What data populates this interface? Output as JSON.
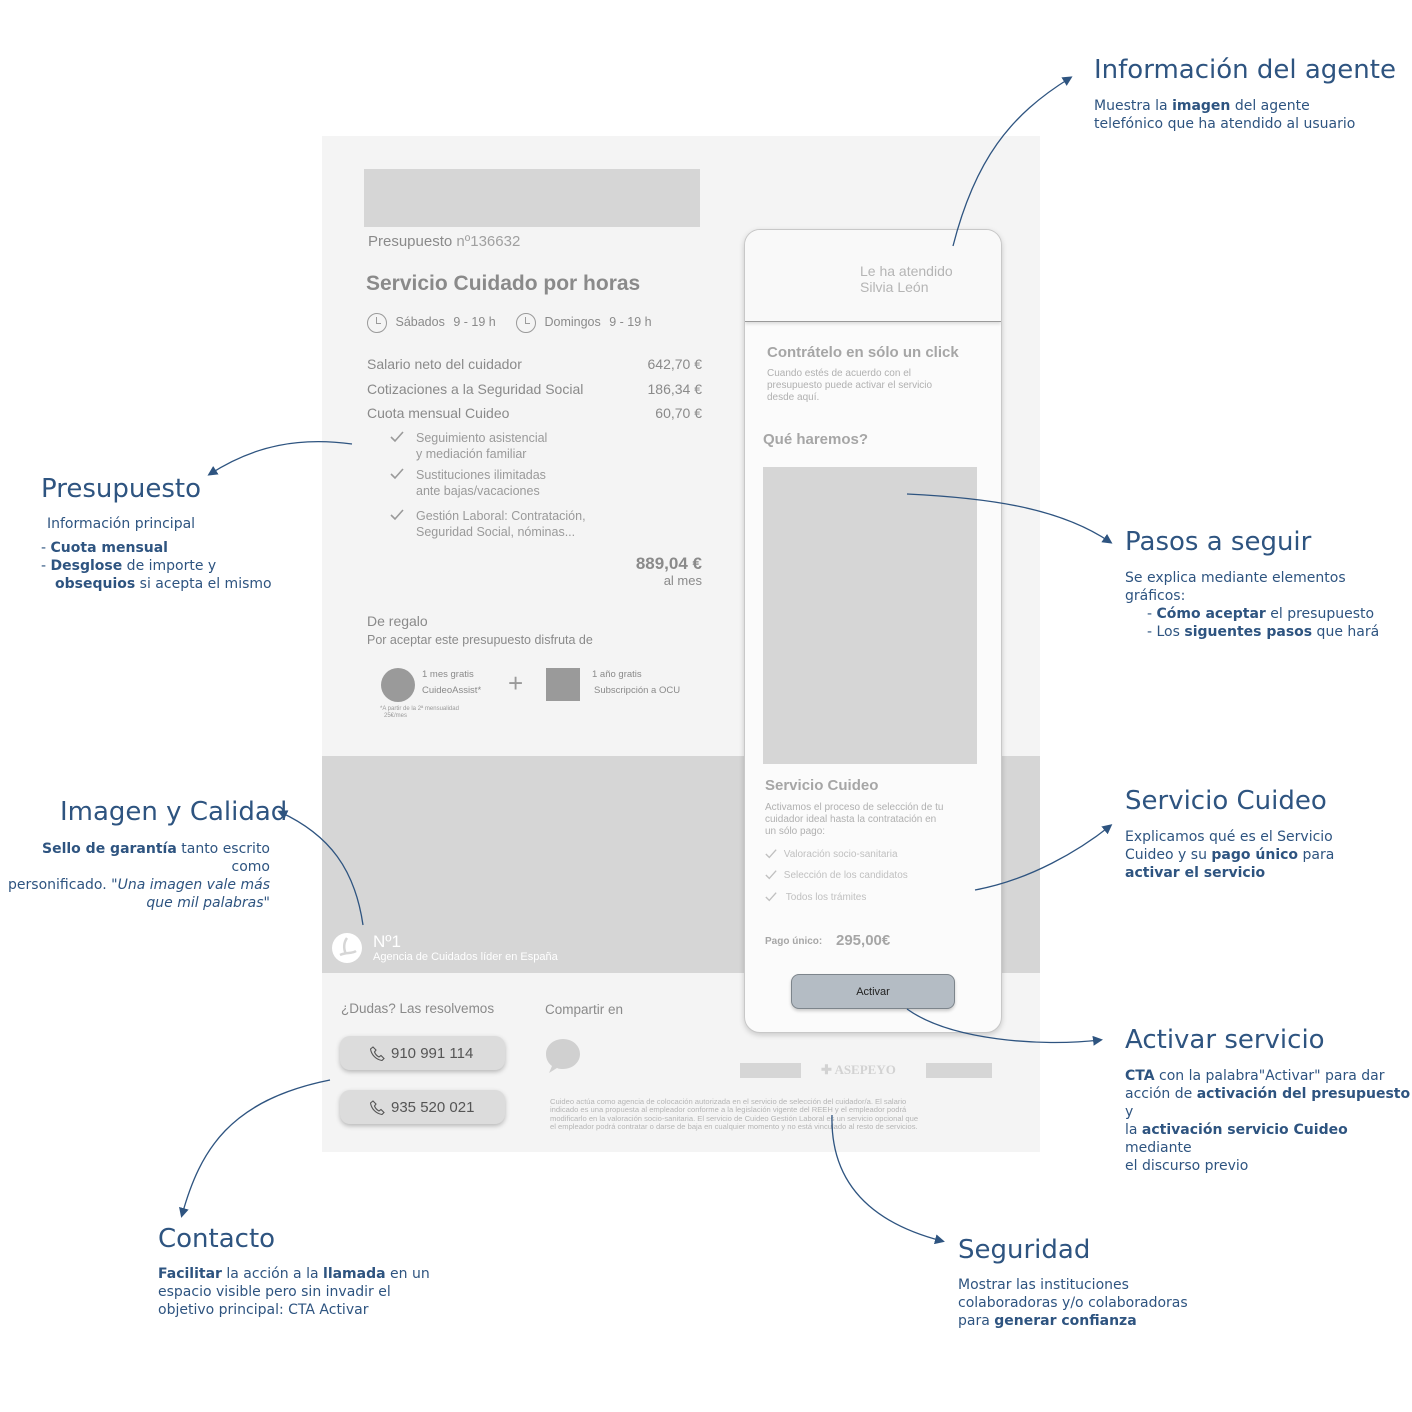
{
  "wireframe": {
    "presupuesto_label": "Presupuesto",
    "presupuesto_number": "nº136632",
    "service_title": "Servicio Cuidado por horas",
    "schedule": [
      {
        "day": "Sábados",
        "hours": "9 - 19 h"
      },
      {
        "day": "Domingos",
        "hours": "9 - 19 h"
      }
    ],
    "costs": [
      {
        "label": "Salario neto del cuidador",
        "value": "642,70 €"
      },
      {
        "label": "Cotizaciones a la Seguridad Social",
        "value": "186,34 €"
      },
      {
        "label": "Cuota mensual Cuideo",
        "value": "60,70 €"
      }
    ],
    "features": [
      {
        "line1": "Seguimiento asistencial",
        "line2": "y mediación familiar"
      },
      {
        "line1": "Sustituciones ilimitadas",
        "line2": "ante bajas/vacaciones"
      },
      {
        "line1": "Gestión Laboral: Contratación,",
        "line2": "Seguridad Social, nóminas..."
      }
    ],
    "total": "889,04 €",
    "total_period": "al mes",
    "gift_title": "De regalo",
    "gift_text": "Por aceptar este presupuesto disfruta de",
    "gifts": [
      {
        "line1": "1 mes gratis",
        "line2": "CuideoAssist*"
      },
      {
        "line1": "1 año gratis",
        "line2": "Subscripción a OCU"
      }
    ],
    "gift_footnote_1": "*A partir de la 2ª mensualidad",
    "gift_footnote_2": "25€/mes",
    "plus_sign": "+",
    "banner_title": "Nº1",
    "banner_subtitle": "Agencia de Cuidados líder en España",
    "dudas": "¿Dudas? Las resolvemos",
    "phones": [
      "910 991 114",
      "935 520 021"
    ],
    "compartir": "Compartir en",
    "partner_name": "ASEPEYO",
    "legal": [
      "Cuideo actúa como agencia de colocación autorizada en el servicio de selección del cuidador/a. El salario",
      "indicado es una propuesta al empleador conforme a la legislación vigente del REEH y el empleador podrá",
      "modificarlo en la valoración socio-sanitaria. El servicio de Cuideo Gestión Laboral es un servicio opcional que",
      "el empleador podrá contratar o darse de baja en cualquier momento y no está vinculado al resto de servicios."
    ]
  },
  "card": {
    "attended_label": "Le ha atendido",
    "agent_name": "Silvia León",
    "contract_title": "Contrátelo en sólo un click",
    "contract_text": [
      "Cuando estés de acuerdo con el",
      "presupuesto puede activar el servicio",
      "desde aquí."
    ],
    "what_title": "Qué haremos?",
    "service_title": "Servicio Cuideo",
    "service_text": [
      "Activamos el proceso de selección de tu",
      "cuidador ideal hasta la contratación en",
      "un sólo pago:"
    ],
    "service_items": [
      "Valoración socio-sanitaria",
      "Selección de los candidatos",
      "Todos los trámites"
    ],
    "price_label": "Pago único:",
    "price": "295,00€",
    "cta_label": "Activar"
  },
  "annotations": {
    "agente": {
      "title": "Información del agente",
      "text": [
        "Muestra la ",
        "imagen",
        " del agente",
        "telefónico que ha atendido al usuario"
      ]
    },
    "presupuesto": {
      "title": "Presupuesto",
      "sub": "Información principal",
      "l1a": "- ",
      "l1b": "Cuota mensual",
      "l2a": "- ",
      "l2b": "Desglose",
      "l2c": " de importe y",
      "l3b": "obsequios",
      "l3c": " si acepta el mismo"
    },
    "pasos": {
      "title": "Pasos a seguir",
      "t1": "Se explica mediante elementos",
      "t2": "gráficos:",
      "l1a": "- ",
      "l1b": "Cómo aceptar",
      "l1c": " el presupuesto",
      "l2a": "- Los ",
      "l2b": "siguentes pasos",
      "l2c": " que hará"
    },
    "imagen": {
      "title": "Imagen y Calidad",
      "l1b": "Sello de garantía",
      "l1c": " tanto escrito como",
      "l2a": "personificado. ",
      "l2i": "\"Una imagen vale más",
      "l3i": "que mil palabras\""
    },
    "servicio": {
      "title": "Servicio Cuideo",
      "l1": "Explicamos qué es el Servicio",
      "l2a": "Cuideo y su ",
      "l2b": "pago único",
      "l2c": " para",
      "l3b": "activar el servicio"
    },
    "activar": {
      "title": "Activar servicio",
      "l1b": "CTA",
      "l1c": " con la palabra\"Activar\" para dar",
      "l2a": "acción de ",
      "l2b": "activación del presupuesto",
      "l2c": " y",
      "l3a": "la ",
      "l3b": "activación servicio Cuideo",
      "l3c": " mediante",
      "l4": "el discurso previo"
    },
    "contacto": {
      "title": "Contacto",
      "l1b": "Facilitar",
      "l1c": " la acción a la ",
      "l1d": "llamada",
      "l1e": " en un",
      "l2": "espacio visible pero sin invadir el",
      "l3": "objetivo principal: CTA Activar"
    },
    "seguridad": {
      "title": "Seguridad",
      "l1": "Mostrar las instituciones",
      "l2": "colaboradoras y/o colaboradoras",
      "l3a": "para ",
      "l3b": "generar confianza"
    }
  },
  "colors": {
    "annotation": "#2e5480",
    "wireframe_bg": "#f4f4f4",
    "placeholder": "#d6d6d6",
    "cta_button": "#b4bcc4"
  }
}
